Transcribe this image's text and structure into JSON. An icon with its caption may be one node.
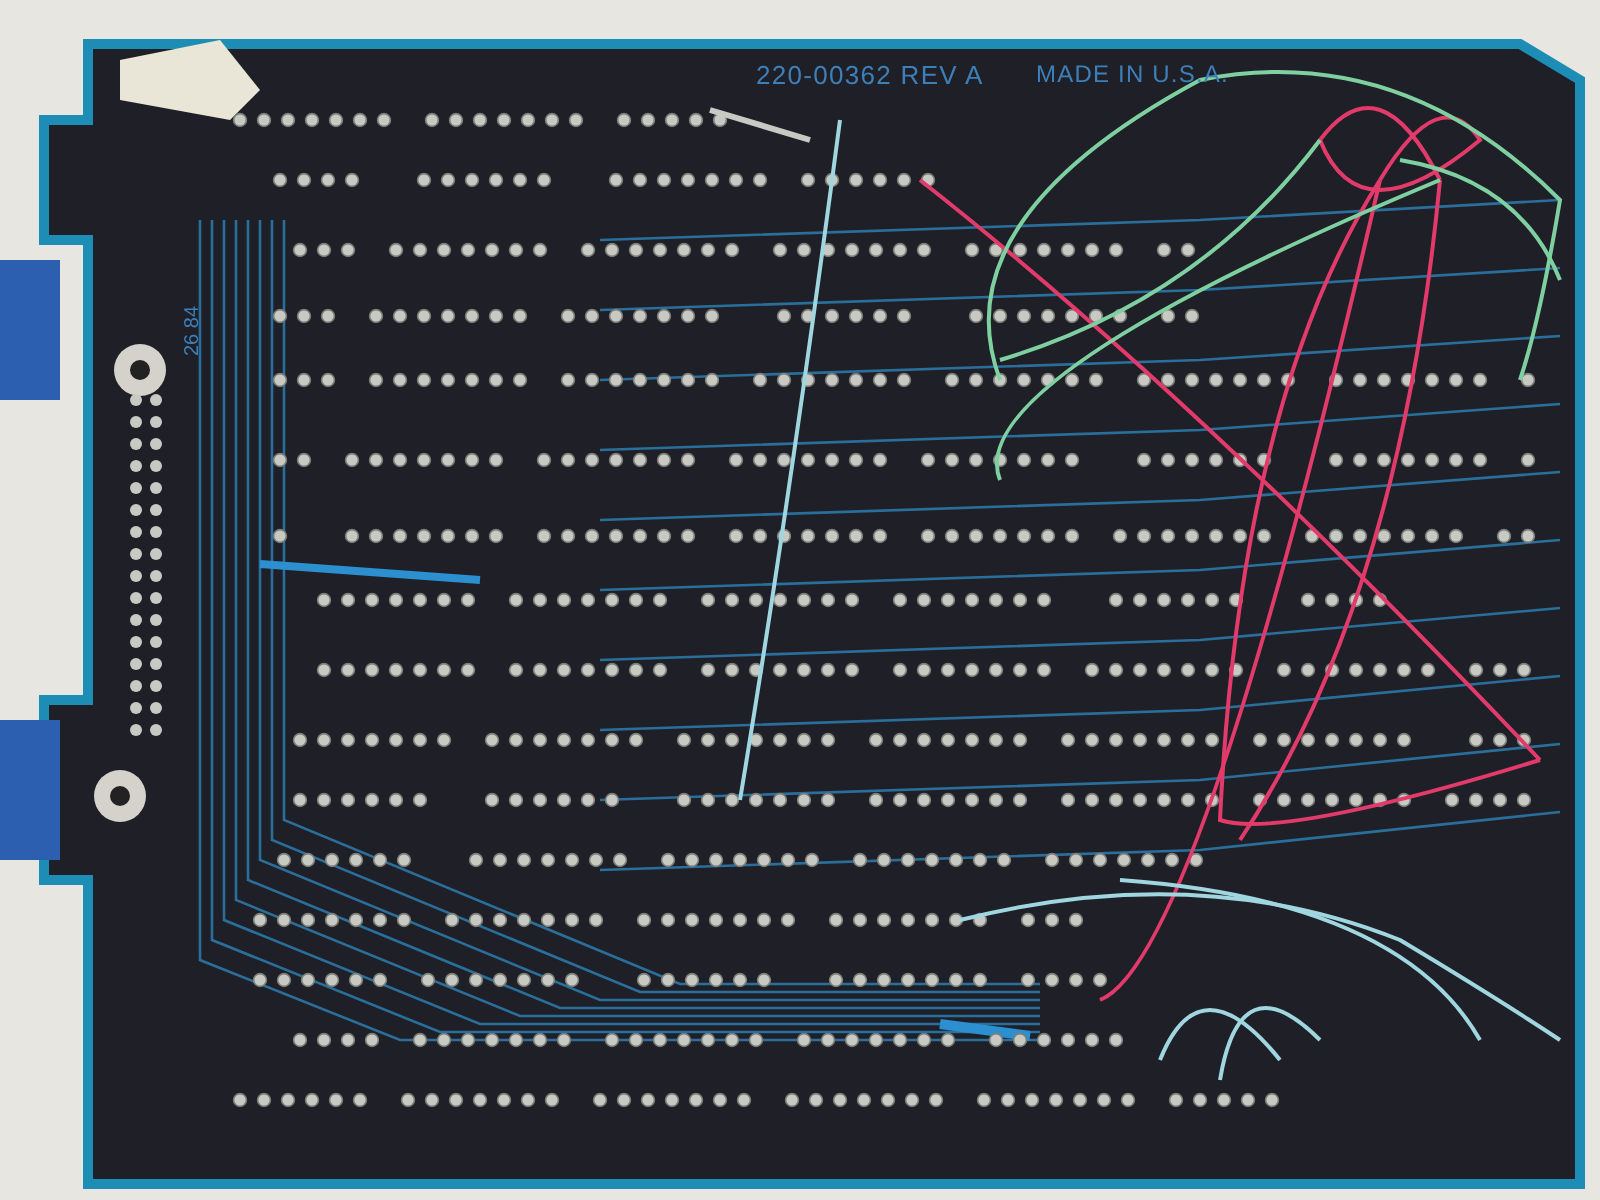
{
  "diagram": {
    "labels": [
      "220-00362 REV A",
      "MADE IN U.S.A.",
      "26 84"
    ]
  }
}
